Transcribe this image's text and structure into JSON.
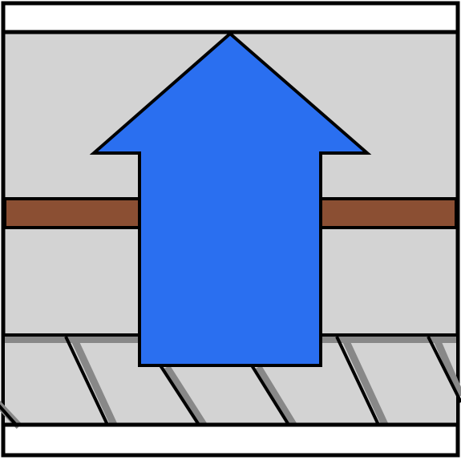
{
  "diagram": {
    "elements": [
      {
        "id": "top-band",
        "label": ""
      },
      {
        "id": "panel",
        "label": ""
      },
      {
        "id": "brown-strip",
        "label": ""
      },
      {
        "id": "hatched-zone",
        "label": ""
      },
      {
        "id": "bottom-band",
        "label": ""
      },
      {
        "id": "up-arrow",
        "label": ""
      }
    ],
    "colors": {
      "panel_fill": "#d3d3d3",
      "white_band": "#ffffff",
      "strip": "#8b4f33",
      "arrow": "#2a6ff0",
      "outline": "#000000",
      "hatch_shadow": "#888888"
    },
    "arrow_direction": "up"
  }
}
